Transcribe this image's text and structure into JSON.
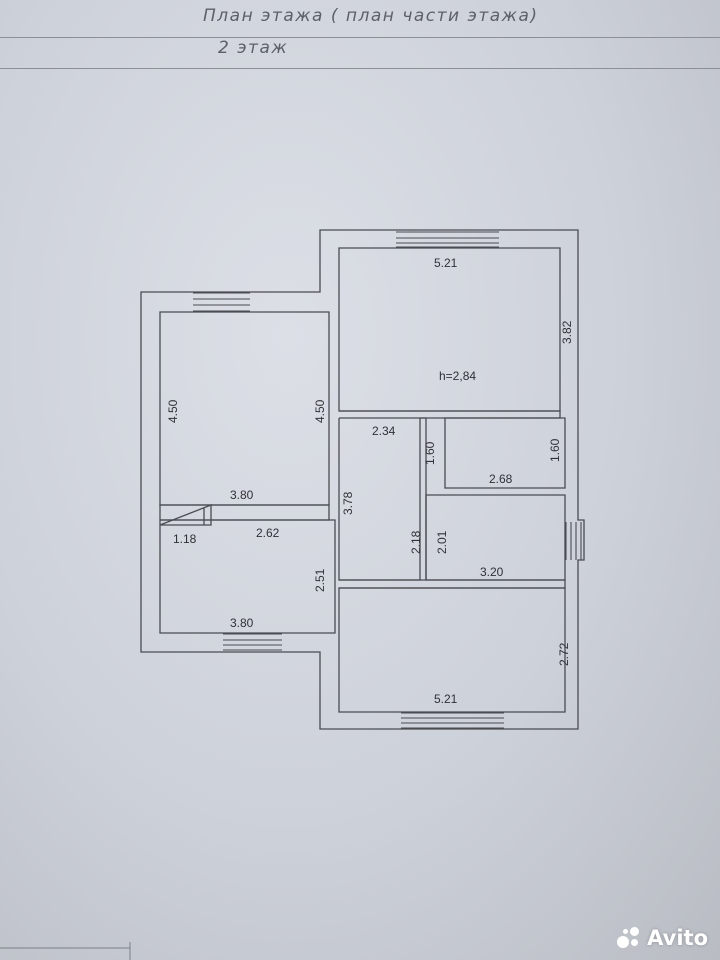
{
  "header": {
    "title": "План   этажа ( план части этажа)",
    "floor": "2 этаж"
  },
  "rooms": {
    "top_right": {
      "width": "5.21",
      "depth": "3.82",
      "height_label": "h=2,84"
    },
    "top_left": {
      "depth_outer": "4.50",
      "depth_inner": "4.50",
      "width": "3.80"
    },
    "corridor": {
      "width": "2.34",
      "depth": "3.78",
      "stair_width": "1.18",
      "hall_width": "2.62"
    },
    "small_room": {
      "depth": "1.60",
      "width": "2.68"
    },
    "bath": {
      "depth_outer": "2.18",
      "depth_inner": "2.01",
      "width": "3.20",
      "side_depth": "1.60"
    },
    "bottom_left": {
      "depth": "2.51",
      "width": "3.80"
    },
    "bottom_right": {
      "depth": "2.72",
      "width": "5.21"
    }
  },
  "colors": {
    "wall": "#4a4c52",
    "paper": "#d5d8df"
  },
  "watermark": {
    "text": "Avito",
    "icon": "avito-logo-icon"
  }
}
